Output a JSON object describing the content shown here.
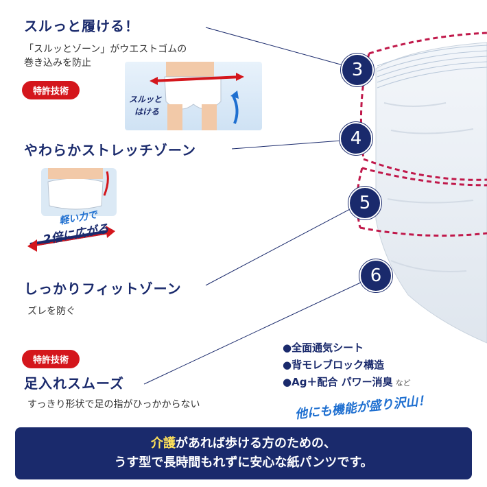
{
  "section1": {
    "title": "スルっと履ける！",
    "sub_line1": "「スルッとゾーン」がウエストゴムの",
    "sub_line2": "巻き込みを防止",
    "badge": "特許技術",
    "image_caption_line1": "スルッと",
    "image_caption_line2": "はける"
  },
  "section2": {
    "title": "やわらかストレッチゾーン",
    "image_caption_line1": "軽い力で",
    "image_caption_line2": "2倍に広がる"
  },
  "section3": {
    "title": "しっかりフィットゾーン",
    "sub": "ズレを防ぐ"
  },
  "section4": {
    "badge": "特許技術",
    "title": "足入れスムーズ",
    "sub": "すっきり形状で足の指がひっかからない"
  },
  "markers": [
    "3",
    "4",
    "5",
    "6"
  ],
  "features": {
    "item1": "●全面通気シート",
    "item2": "●背モレブロック構造",
    "item3": "●Ag＋配合 パワー消臭",
    "item3_suffix": "など"
  },
  "promo": "他にも機能が盛り沢山！",
  "footer": {
    "line1_highlight": "介護",
    "line1_rest": "があれば歩ける方のための、",
    "line2": "うす型で長時間もれずに安心な紙パンツです。"
  },
  "colors": {
    "navy": "#1a2a6c",
    "red": "#d4161c",
    "blue": "#1e6fd0",
    "dashed": "#c0184a"
  }
}
